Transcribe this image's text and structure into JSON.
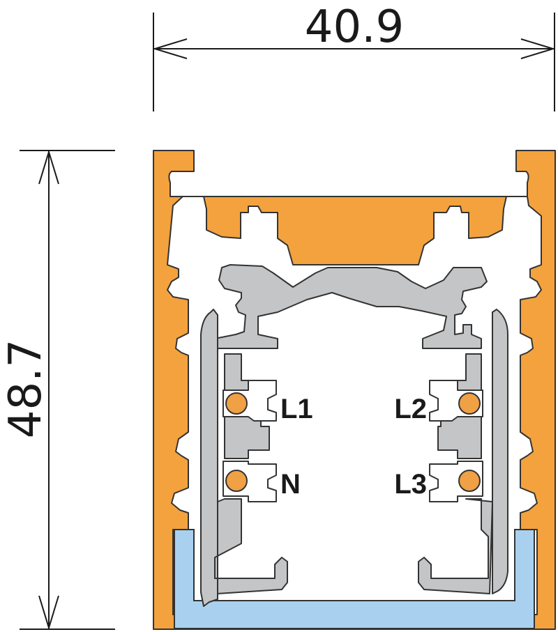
{
  "dimensions": {
    "width_label": "40.9",
    "height_label": "48.7"
  },
  "conductors": {
    "l1": "L1",
    "l2": "L2",
    "n": "N",
    "l3": "L3"
  },
  "colors": {
    "housing": "#f4a23e",
    "insulator": "#c3c5c7",
    "cover": "#a9d1ef",
    "conductor": "#f0a045"
  }
}
